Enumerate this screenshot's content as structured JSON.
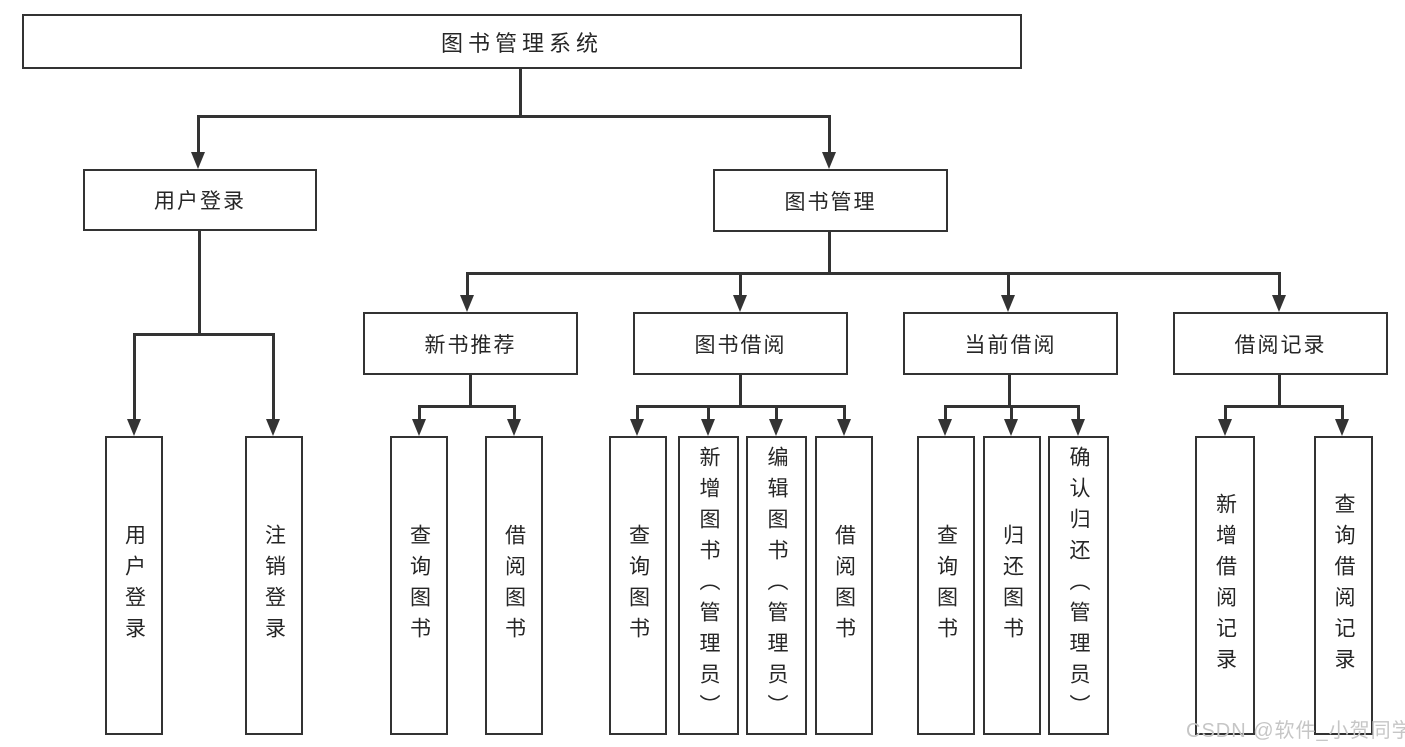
{
  "colors": {
    "line": "#333333",
    "text": "#262626",
    "background": "#ffffff",
    "watermark": "#c6c6c6"
  },
  "watermark": {
    "text": "CSDN @软件_小贺同学"
  },
  "tree": {
    "root": {
      "label": "图书管理系统"
    },
    "level2": [
      {
        "label": "用户登录",
        "children": [
          "用户登录",
          "注销登录"
        ]
      },
      {
        "label": "图书管理"
      }
    ],
    "level3": [
      {
        "label": "新书推荐",
        "children": [
          "查询图书",
          "借阅图书"
        ]
      },
      {
        "label": "图书借阅",
        "children": [
          "查询图书",
          "新增图书（管理员）",
          "编辑图书（管理员）",
          "借阅图书"
        ]
      },
      {
        "label": "当前借阅",
        "children": [
          "查询图书",
          "归还图书",
          "确认归还（管理员）"
        ]
      },
      {
        "label": "借阅记录",
        "children": [
          "新增借阅记录",
          "查询借阅记录"
        ]
      }
    ]
  }
}
